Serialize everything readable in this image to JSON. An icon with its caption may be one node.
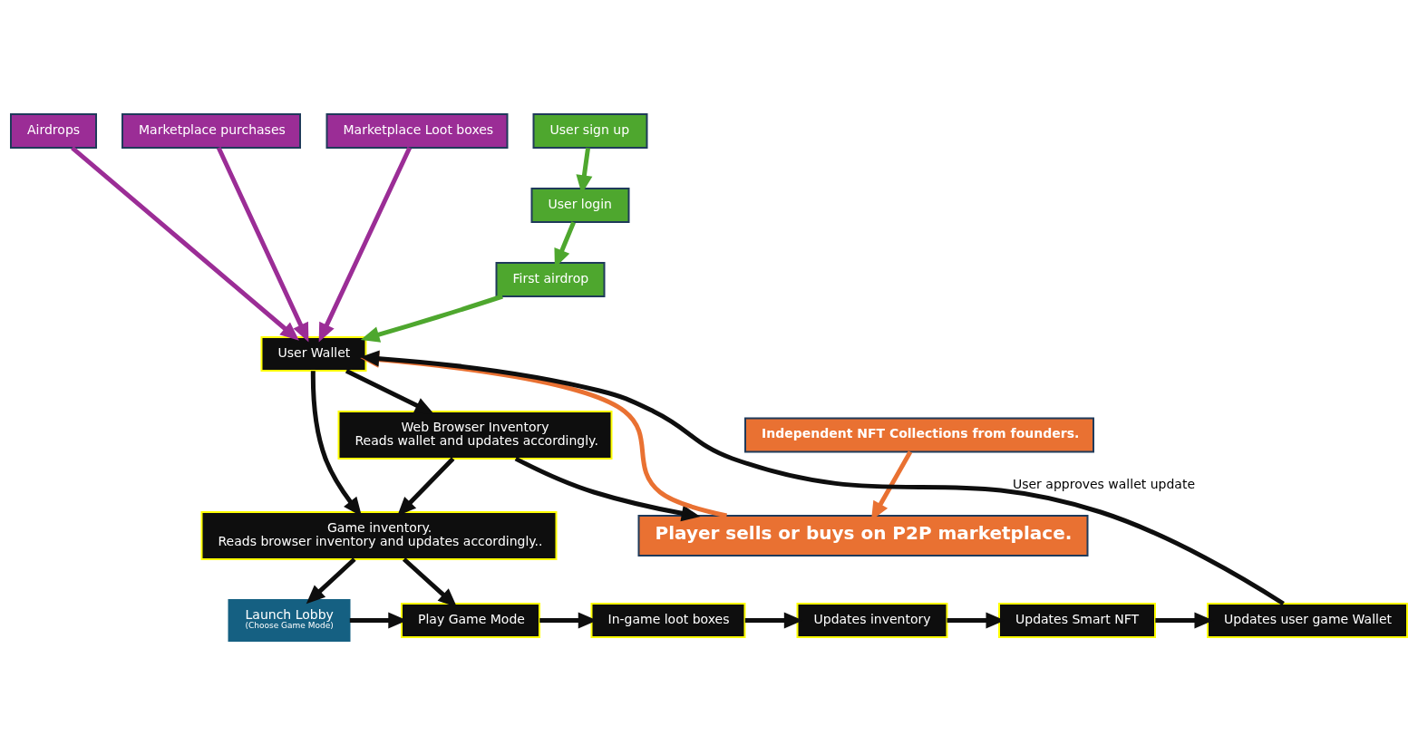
{
  "diagram": {
    "nodes": [
      {
        "text": [
          "Airdrops"
        ]
      },
      {
        "text": [
          "Marketplace purchases"
        ]
      },
      {
        "text": [
          "Marketplace Loot boxes"
        ]
      },
      {
        "text": [
          "User sign up"
        ]
      },
      {
        "text": [
          "User login"
        ]
      },
      {
        "text": [
          "User Wallet"
        ]
      },
      {
        "text": [
          "First airdrop"
        ]
      },
      {
        "text": [
          "Web Browser Inventory",
          "Reads wallet and updates accordingly."
        ]
      },
      {
        "text": [
          "Independent NFT Collections from founders."
        ]
      },
      {
        "text": [
          "Game inventory.",
          "Reads browser inventory and updates accordingly.."
        ]
      },
      {
        "text": [
          "Player sells or buys on P2P marketplace."
        ]
      },
      {
        "text": [
          "Launch Lobby",
          "(Choose Game Mode)"
        ]
      },
      {
        "text": [
          "Play Game Mode"
        ]
      },
      {
        "text": [
          "In-game loot boxes"
        ]
      },
      {
        "text": [
          "Updates inventory"
        ]
      },
      {
        "text": [
          "Updates Smart NFT"
        ]
      },
      {
        "text": [
          "Updates user game Wallet"
        ]
      }
    ],
    "edges": [
      {
        "from": 0,
        "to": 5,
        "arrow": "to",
        "color": "#9b2d96"
      },
      {
        "from": 1,
        "to": 5,
        "arrow": "to",
        "color": "#9b2d96"
      },
      {
        "from": 2,
        "to": 5,
        "arrow": "to",
        "color": "#9b2d96"
      },
      {
        "from": 3,
        "to": 4,
        "arrow": "to",
        "color": "#4ea72e"
      },
      {
        "from": 4,
        "to": 6,
        "arrow": "to",
        "color": "#4ea72e"
      },
      {
        "from": 6,
        "to": 5,
        "arrow": "to",
        "color": "#4ea72e"
      },
      {
        "from": 5,
        "to": 7,
        "arrow": "to"
      },
      {
        "from": 5,
        "to": 9,
        "arrow": "to"
      },
      {
        "from": 7,
        "to": 9,
        "arrow": "to"
      },
      {
        "from": 7,
        "to": 10,
        "arrow": "to"
      },
      {
        "from": 10,
        "to": 5,
        "arrow": "to",
        "color": "#e97132"
      },
      {
        "from": 8,
        "to": 10,
        "arrow": "to",
        "color": "#e97132"
      },
      {
        "from": 9,
        "to": 11,
        "arrow": "to"
      },
      {
        "from": 9,
        "to": 12,
        "arrow": "to"
      },
      {
        "from": 11,
        "to": 12,
        "arrow": "to"
      },
      {
        "from": 12,
        "to": 13,
        "arrow": "to"
      },
      {
        "from": 13,
        "to": 14,
        "arrow": "to"
      },
      {
        "from": 14,
        "to": 15,
        "arrow": "to"
      },
      {
        "from": 15,
        "to": 16,
        "arrow": "to"
      },
      {
        "from": 16,
        "to": 5,
        "arrow": "to",
        "label": "User approves wallet update"
      }
    ]
  }
}
